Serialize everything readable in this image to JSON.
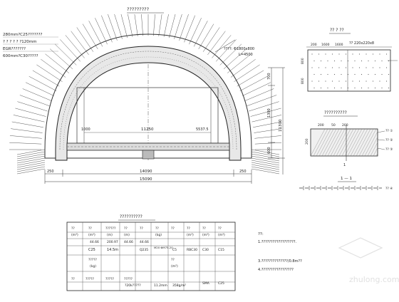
{
  "drawing": {
    "main_title": "?????????",
    "legend_lines": [
      "280mm?C25???????",
      "? ? ? ? ? ?120mm",
      "EGR???????",
      "600mm?C30?????"
    ],
    "bolt_note": "????:  Φ1800x800",
    "bolt_length": "L=4500",
    "dims": {
      "inner_width": "11250",
      "left_inner": "1000",
      "right_inner": "5537.5",
      "bottom_span": "14090",
      "overall_span": "15090",
      "left_offset": "250",
      "right_offset": "250",
      "height_total": "11300",
      "right_stack": [
        "700",
        "1300",
        "600"
      ]
    },
    "detail_a": {
      "title": "?? ? ??",
      "spacing_top": [
        "200",
        "1600",
        "1600"
      ],
      "side_dims": [
        "800",
        "800"
      ],
      "note": "?? 220x220x8"
    },
    "detail_b": {
      "title": "??????????",
      "top_dims": [
        "200",
        "50",
        "200"
      ],
      "side_dim": "200",
      "labels": [
        "?? ①",
        "?? ②",
        "?? ③"
      ],
      "section_mark": "1",
      "section_title": "1 — 1",
      "section_label": "?? ④"
    },
    "table": {
      "title": "??????????",
      "header_row_1": [
        "??",
        "??",
        "??????",
        "??",
        "??",
        "??",
        "??",
        "??",
        "??",
        "??"
      ],
      "header_row_2": [
        "(m³)",
        "(m³)",
        "(m)",
        "(m)",
        "(kg)",
        "(m³)",
        "(m³)",
        "(m³)"
      ],
      "values_row": [
        "44.66",
        "200.97",
        "44.66",
        "44.66"
      ],
      "grades_row": [
        "C25",
        "14.5m",
        "Q235",
        "M20 ΦM75-20",
        "C5",
        "RBC30",
        "C30",
        "C15"
      ],
      "row4": [
        "?????",
        "(kg)",
        "??",
        "(m²)"
      ],
      "row5": [
        "??",
        "?????",
        "?????",
        "?????",
        "?20k?????",
        "11.2mm",
        "358g/m²",
        "SMA",
        "C25"
      ]
    },
    "notes": {
      "heading": "??:",
      "lines": [
        "1.??????????????????.",
        "3.??????????????/0.8m??",
        "4.?????????????????"
      ]
    },
    "watermark": "zhulong.com"
  }
}
